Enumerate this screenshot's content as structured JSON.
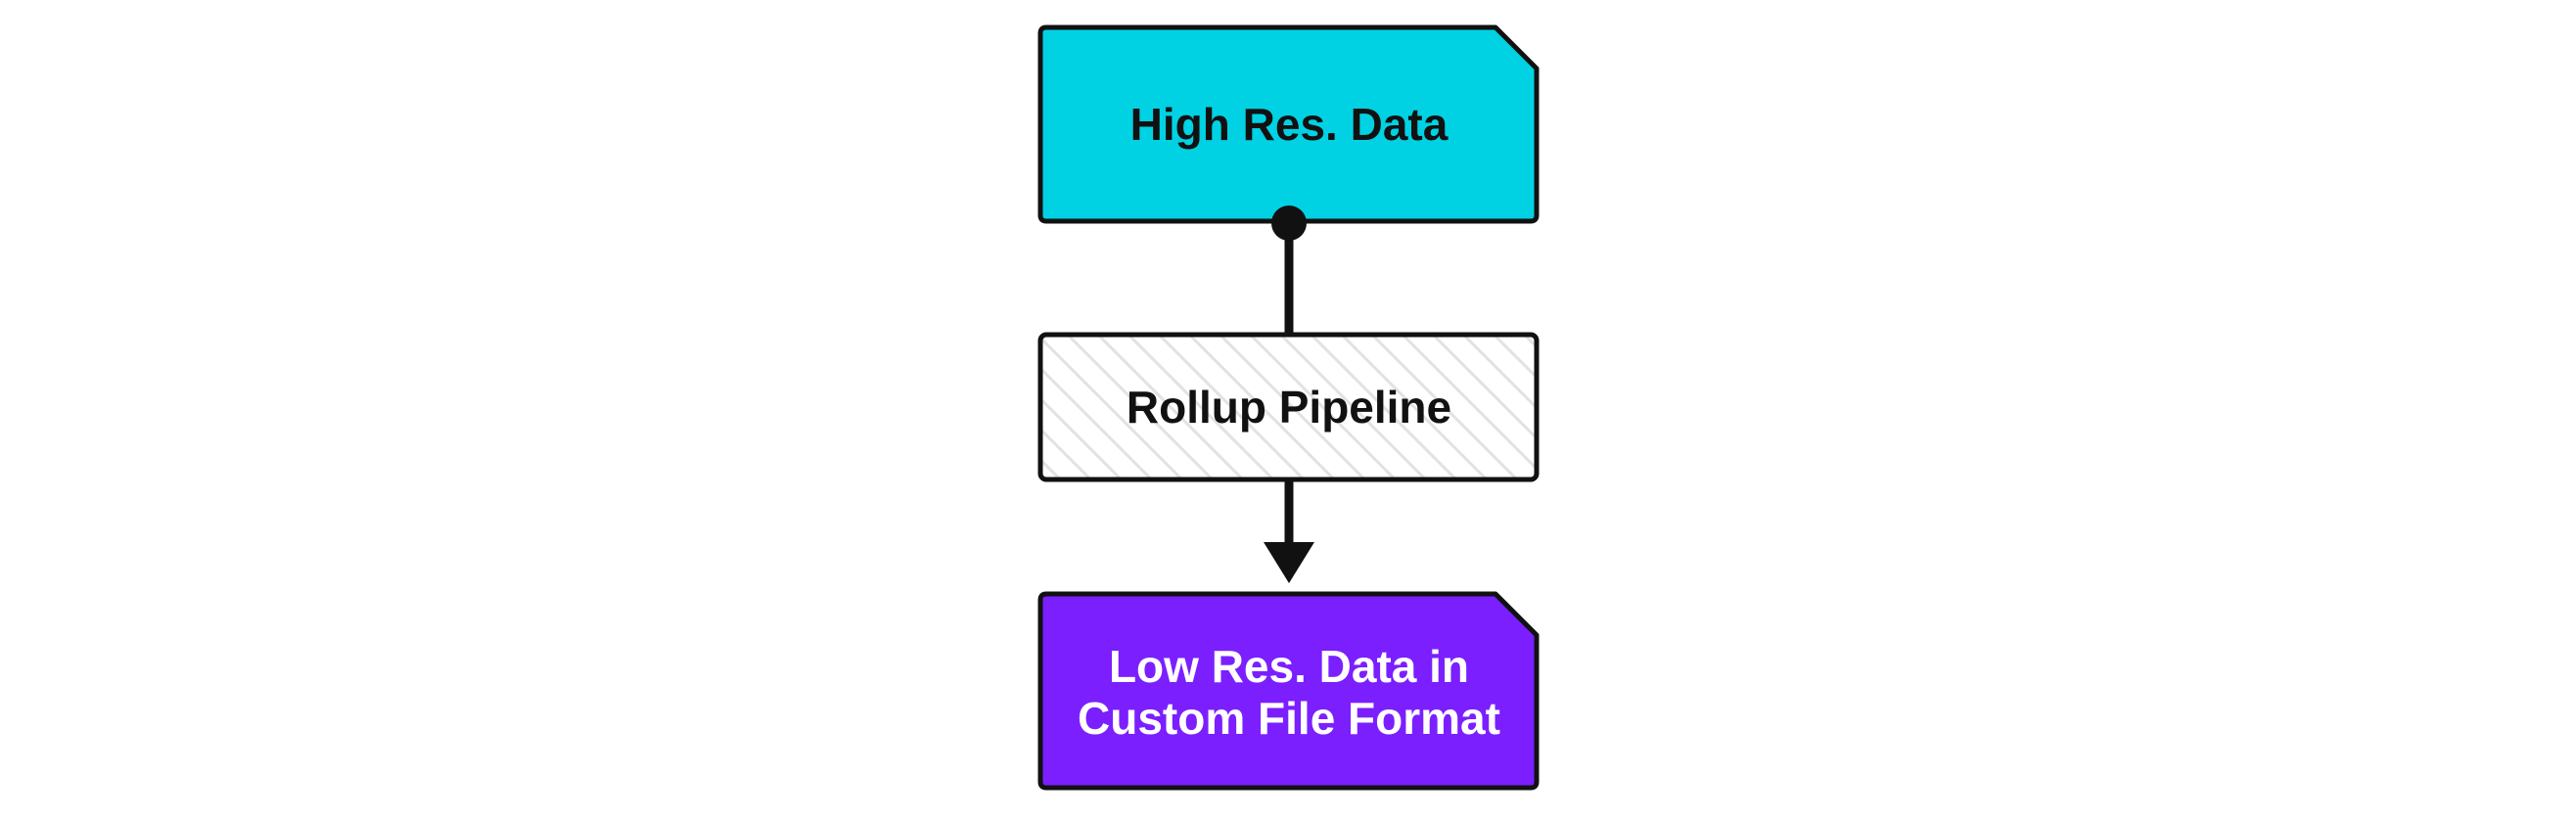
{
  "diagram": {
    "nodes": {
      "high_res": {
        "label": "High Res. Data",
        "fill": "#00d2e4",
        "text_color": "#111111",
        "shape": "document-folded-corner"
      },
      "rollup": {
        "label": "Rollup Pipeline",
        "fill": "#ffffff",
        "hatch_color": "#e2e2e2",
        "text_color": "#111111",
        "shape": "hatched-rectangle"
      },
      "low_res": {
        "label_line1": "Low Res. Data in",
        "label_line2": "Custom File Format",
        "fill": "#7b1fff",
        "text_color": "#ffffff",
        "shape": "document-folded-corner"
      }
    },
    "edges": [
      {
        "from": "high_res",
        "to": "rollup",
        "start": "dot",
        "end": "none"
      },
      {
        "from": "rollup",
        "to": "low_res",
        "start": "none",
        "end": "arrow"
      }
    ],
    "stroke_color": "#111111"
  }
}
